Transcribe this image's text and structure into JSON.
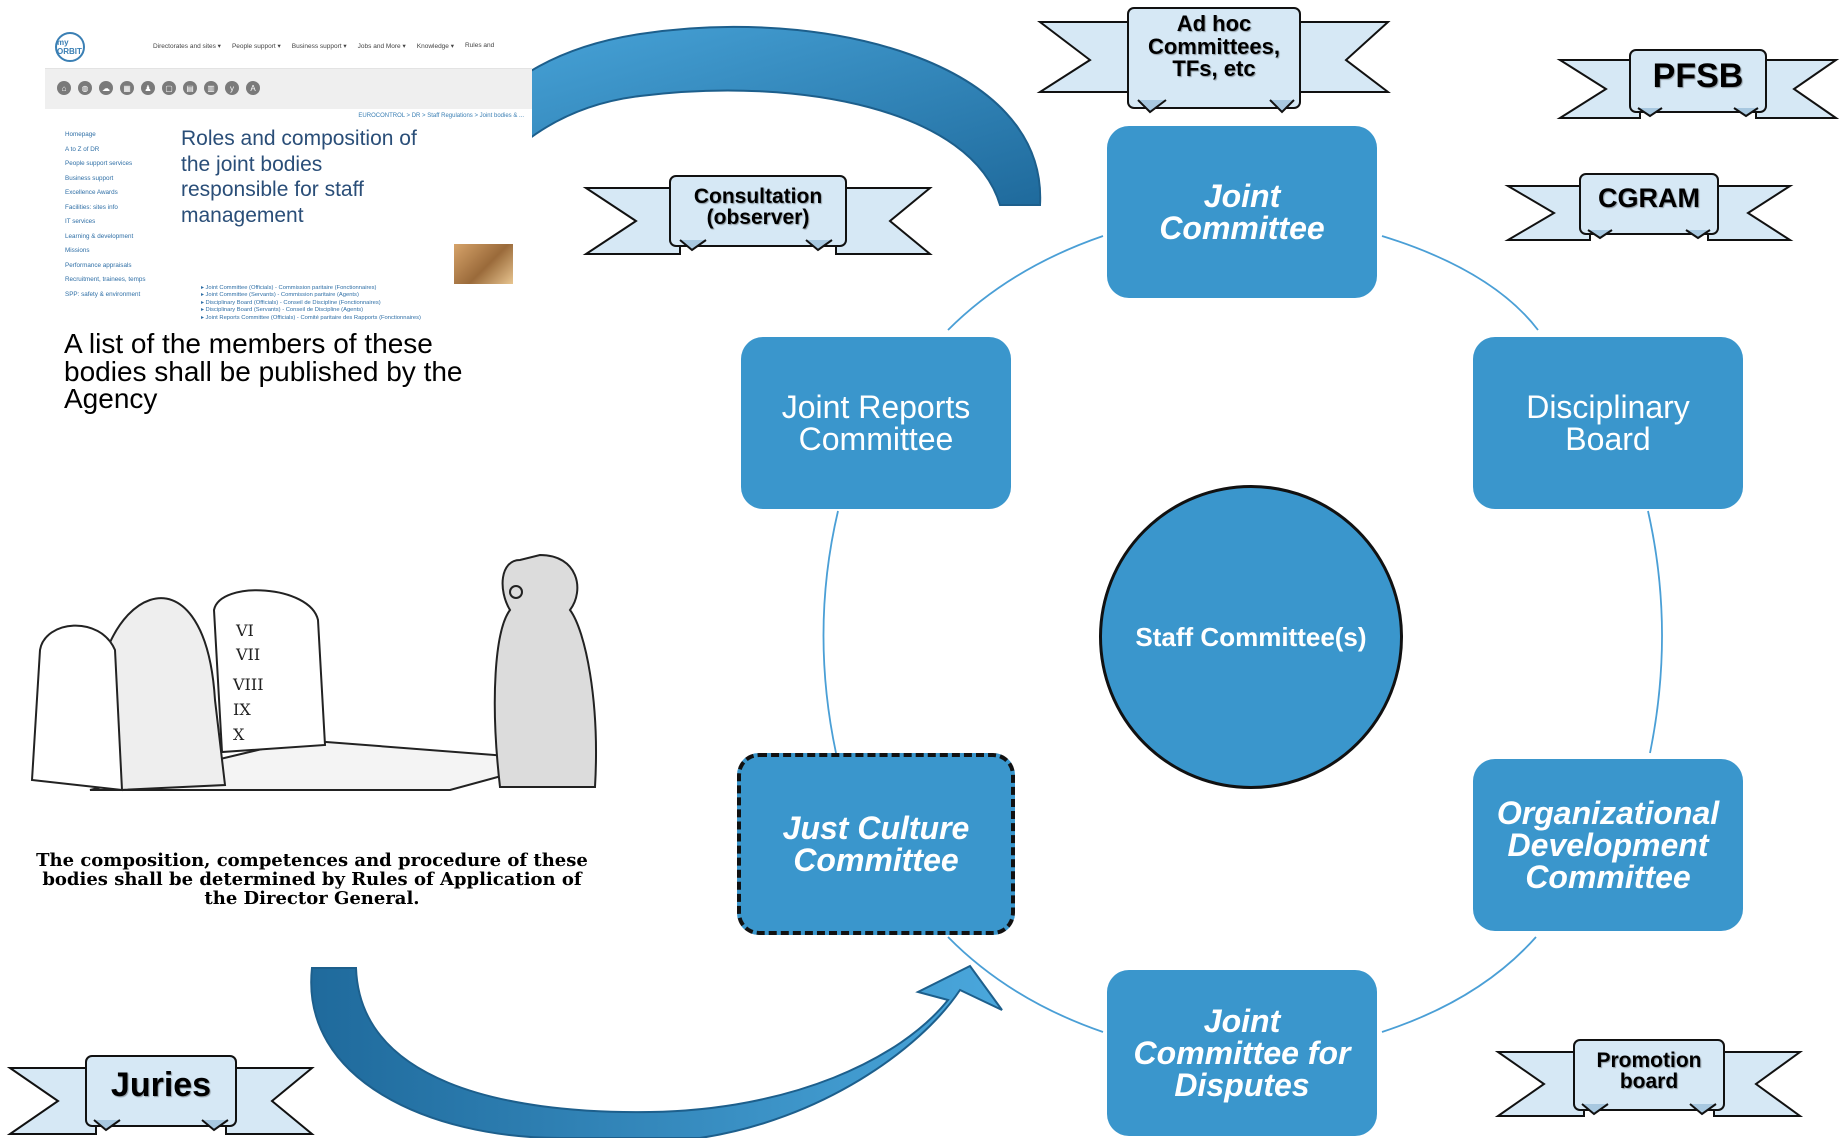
{
  "nodes": {
    "joint_committee": "Joint Committee",
    "disciplinary_board": "Disciplinary Board",
    "organizational_development_committee": "Organizational Development Committee",
    "joint_committee_for_disputes": "Joint Committee for Disputes",
    "just_culture_committee": "Just Culture Committee",
    "joint_reports_committee": "Joint Reports Committee",
    "staff_committees": "Staff Committee(s)"
  },
  "ribbons": {
    "ad_hoc": "Ad hoc Committees, TFs, etc",
    "consultation": "Consultation (observer)",
    "pfsb": "PFSB",
    "cgram": "CGRAM",
    "promotion_board": "Promotion board",
    "juries": "Juries"
  },
  "notes": {
    "members_list": "A list of the members of these bodies shall be published by the Agency",
    "composition": "The composition, competences and procedure of these bodies shall be determined by Rules of Application of the Director General."
  },
  "webpage": {
    "logo": "my ORBIT",
    "nav": [
      "Directorates and sites ▾",
      "People support ▾",
      "Business support ▾",
      "Jobs and More ▾",
      "Knowledge ▾",
      "Rules and"
    ],
    "toolbar_icons": [
      "home-icon",
      "globe-icon",
      "cloud-icon",
      "org-chart-icon",
      "person-icon",
      "chat-icon",
      "book-icon",
      "printer-icon",
      "yammer-icon",
      "text-icon"
    ],
    "breadcrumb": "EUROCONTROL > DR > Staff Regulations > Joint bodies & ...",
    "menu": [
      "Homepage",
      "A to Z of DR",
      "People support services",
      "Business support",
      "Excellence Awards",
      "Facilities: sites info",
      "IT services",
      "Learning & development",
      "Missions",
      "Performance appraisals",
      "Recruitment, trainees, temps",
      "SPP: safety & environment"
    ],
    "title": "Roles and composition of the joint bodies responsible for staff management",
    "links": [
      "Joint Committee (Officials) - Commission paritaire (Fonctionnaires)",
      "Joint Committee (Servants) - Commission paritaire (Agents)",
      "Disciplinary Board (Officials) - Conseil de Discipline (Fonctionnaires)",
      "Disciplinary Board (Servants) - Conseil de Discipline (Agents)",
      "Joint Reports Committee (Officials) - Comité paritaire des Rapports (Fonctionnaires)"
    ]
  },
  "cartoon_tablet_numerals": [
    "VI",
    "VII",
    "VIII",
    "IX",
    "X"
  ],
  "colors": {
    "node_fill": "#3a96cc",
    "ribbon_fill": "#d6e8f5",
    "arrow_fill": "#2f86bf",
    "ring": "#4a9fd6"
  }
}
